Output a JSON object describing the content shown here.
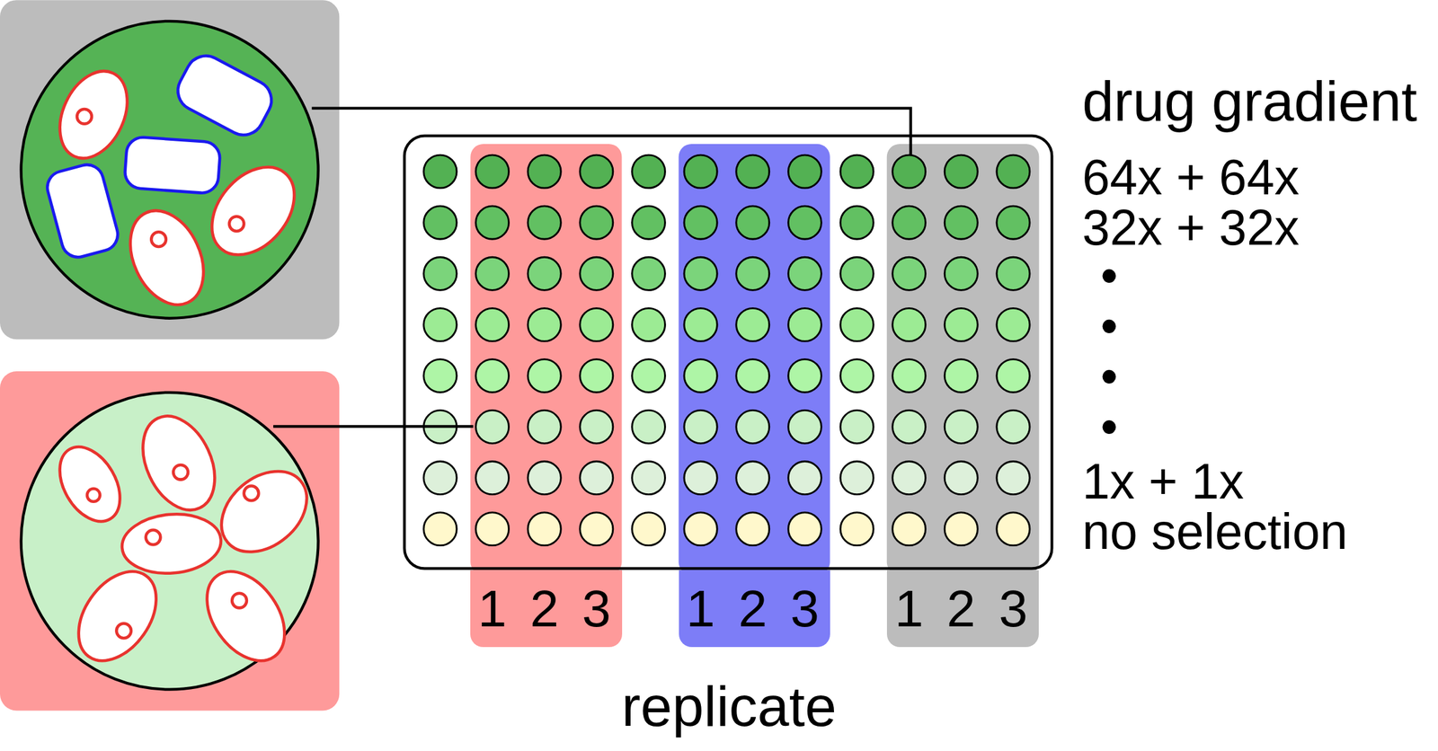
{
  "diagram": {
    "nodes": [
      {
        "text": [
          "1",
          "2",
          "3"
        ]
      },
      {
        "text": [
          "1",
          "2",
          "3"
        ]
      },
      {
        "text": [
          "1",
          "2",
          "3"
        ]
      }
    ],
    "labels": [
      "drug gradient",
      "64x + 64x",
      "32x + 32x",
      "•",
      "•",
      "•",
      "•",
      "1x + 1x",
      "no selection",
      "replicate"
    ]
  }
}
